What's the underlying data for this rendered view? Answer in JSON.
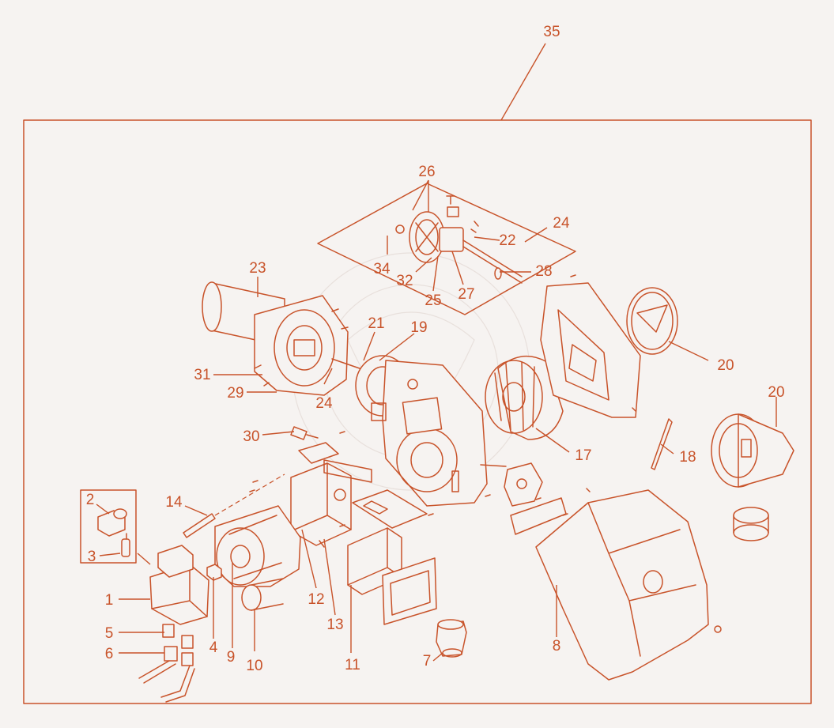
{
  "diagram": {
    "type": "exploded-parts-view",
    "accent_color": "#c8532a",
    "background_color": "#f6f3f1",
    "callouts": [
      "1",
      "2",
      "3",
      "4",
      "5",
      "6",
      "7",
      "8",
      "9",
      "10",
      "11",
      "12",
      "13",
      "14",
      "17",
      "18",
      "19",
      "20",
      "20",
      "21",
      "22",
      "23",
      "24",
      "24",
      "25",
      "26",
      "27",
      "28",
      "29",
      "30",
      "31",
      "32",
      "34",
      "35"
    ]
  }
}
